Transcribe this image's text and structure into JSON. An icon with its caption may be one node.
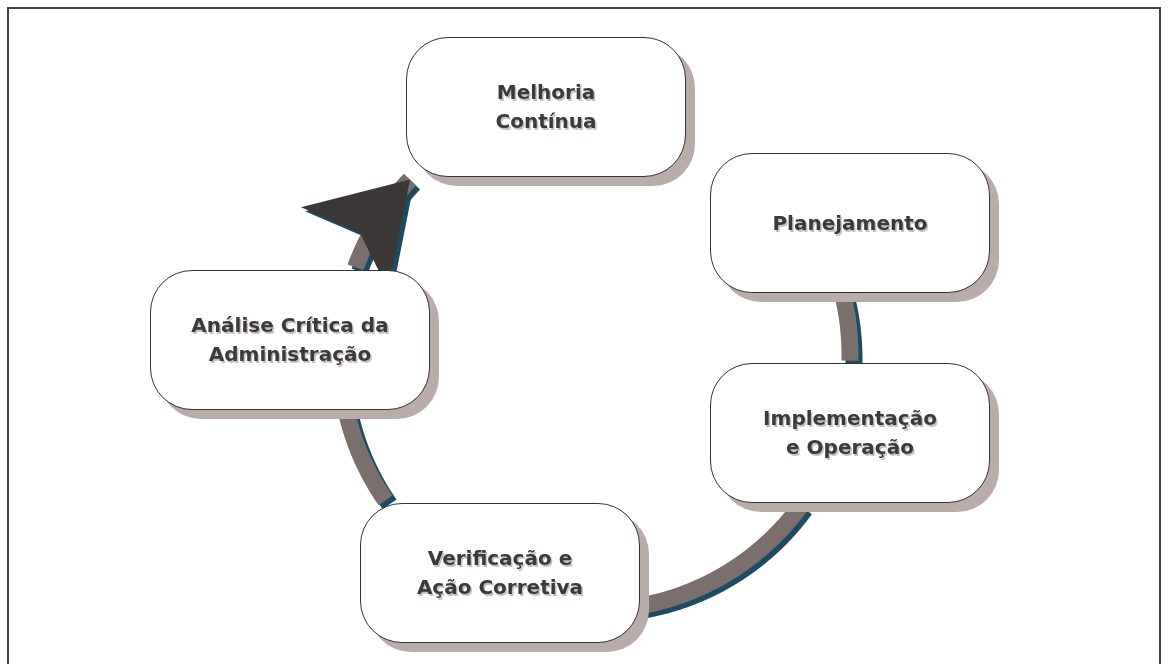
{
  "diagram": {
    "nodes": [
      {
        "text": [
          "Melhoria Contínua"
        ]
      },
      {
        "text": [
          "Planejamento"
        ]
      },
      {
        "text": [
          "Implementação e Operação"
        ]
      },
      {
        "text": [
          "Verificação e Ação Corretiva"
        ]
      },
      {
        "text": [
          "Análise Crítica da Administração"
        ]
      }
    ],
    "edges": [
      {
        "from": 1,
        "to": 2,
        "arrow": "none"
      },
      {
        "from": 2,
        "to": 3,
        "arrow": "none"
      },
      {
        "from": 3,
        "to": 4,
        "arrow": "none"
      },
      {
        "from": 4,
        "to": 0,
        "arrow": "to"
      }
    ]
  }
}
